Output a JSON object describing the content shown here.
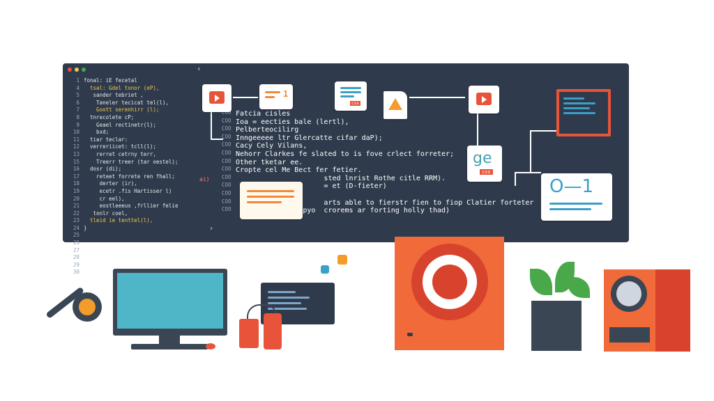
{
  "code_panel": {
    "left_lines": [
      "1",
      "4",
      "5",
      "6",
      "7",
      "8",
      "9",
      "10",
      "11",
      "12",
      "13",
      "15",
      "16",
      "17",
      "18",
      "19",
      "20",
      "21",
      "22",
      "23",
      "24",
      "25",
      "26",
      "27",
      "28",
      "29",
      "30"
    ],
    "left_code": [
      "fonal: iE fecetal",
      "  tsal: Gdel tonor (eP),",
      "   sander tebriet ,",
      "    Taneler tecicat tel(l),",
      "    Goott serenhirr (l);",
      "  tnrecolete cP;",
      "    Geael rectinetr(l);",
      "    bxd;",
      "  tiar teclar:",
      "  verreriicet: tcll(l);",
      "    rerret cetrny terr,",
      "    Treerr treer (tar oestel);",
      "  dosr (di);",
      "    reteet forrete ren fhall;",
      "     derter (ir),",
      "     ecetr .fis Hartisser l)",
      "     cr eel),",
      "     eostleeeus ,frllier felie",
      "   tonlr coel,",
      "  tleid ie tenttel(l),",
      "}"
    ],
    "right_lines": [
      "COO",
      "COO",
      "COO",
      "COO",
      "COO",
      "COO",
      "COO",
      "COO",
      "COO",
      "COO",
      "COO",
      "COO",
      "COO"
    ],
    "right_code": [
      "Fatcia cisles",
      "Ioa = eecties bale (lertl),",
      "Pelberteocilirg",
      "Inngeeeee ltr Glercatte cifar daP);",
      "Cacy Cely Vilans,",
      "Nehorr Clarkes fe slated to is fove crlect forreter;",
      "Other tketar ee.",
      "Cropte cel Me Bect fer fetier.",
      "                     sted lnrist Rothe citle RRM).",
      "                     = et (D-fieter)",
      "",
      "                     arts able to fierstr fien to fiop Clatier forteter",
      "       tteyy  yepyo  crorems ar forting holly thad)"
    ],
    "left_tail": "ai)",
    "right_tail": "›",
    "chevron": "‹"
  },
  "cards": {
    "badge_one": "1",
    "css_tag_a": "css",
    "css_tag_b": "css",
    "ge_text": "ge",
    "formula": "O—1"
  },
  "colors": {
    "panel": "#2f3b4c",
    "accent_orange": "#f08a3a",
    "accent_red": "#e8543a",
    "accent_blue": "#3aa0c8",
    "accent_green": "#48a84a"
  },
  "icons": [
    "video-play-icon",
    "message-icon",
    "document-icon",
    "warning-icon",
    "orange-card-icon",
    "network-icon"
  ]
}
